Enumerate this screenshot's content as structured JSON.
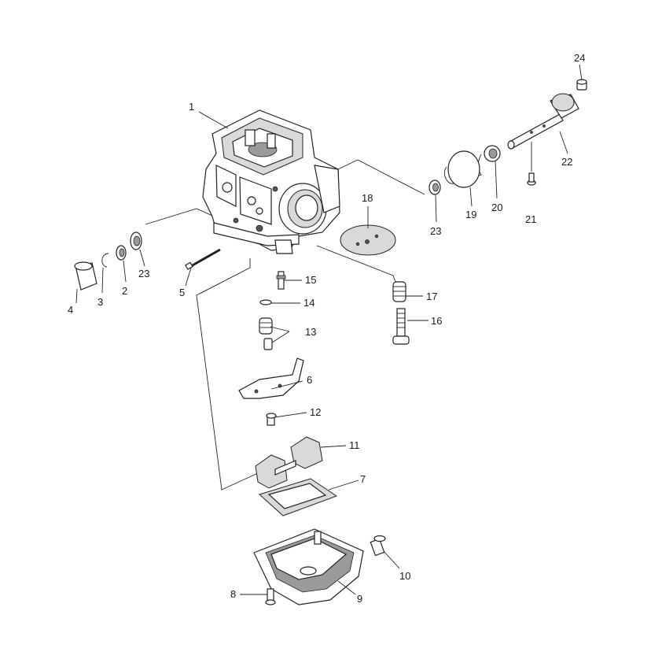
{
  "callouts": [
    {
      "id": "1",
      "text": "1"
    },
    {
      "id": "2",
      "text": "2"
    },
    {
      "id": "3",
      "text": "3"
    },
    {
      "id": "4",
      "text": "4"
    },
    {
      "id": "5",
      "text": "5"
    },
    {
      "id": "6",
      "text": "6"
    },
    {
      "id": "7",
      "text": "7"
    },
    {
      "id": "8",
      "text": "8"
    },
    {
      "id": "9",
      "text": "9"
    },
    {
      "id": "10",
      "text": "10"
    },
    {
      "id": "11",
      "text": "11"
    },
    {
      "id": "12",
      "text": "12"
    },
    {
      "id": "13",
      "text": "13"
    },
    {
      "id": "14",
      "text": "14"
    },
    {
      "id": "15",
      "text": "15"
    },
    {
      "id": "16",
      "text": "16"
    },
    {
      "id": "17",
      "text": "17"
    },
    {
      "id": "18",
      "text": "18"
    },
    {
      "id": "19",
      "text": "19"
    },
    {
      "id": "20",
      "text": "20"
    },
    {
      "id": "21",
      "text": "21"
    },
    {
      "id": "22",
      "text": "22"
    },
    {
      "id": "23a",
      "text": "23"
    },
    {
      "id": "23b",
      "text": "23"
    },
    {
      "id": "24",
      "text": "24"
    }
  ]
}
